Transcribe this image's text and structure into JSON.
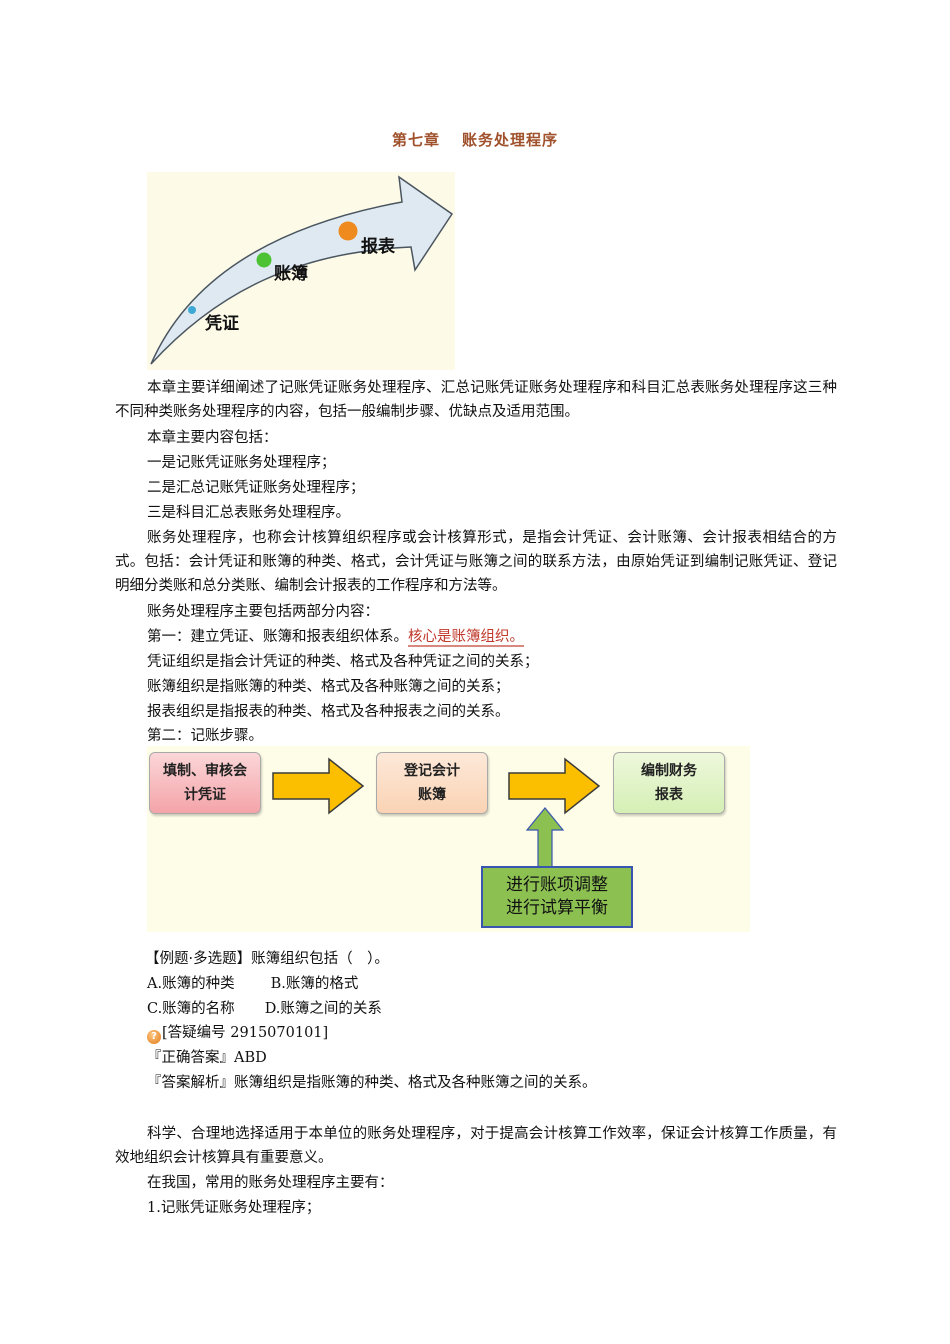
{
  "document": {
    "title_chapter": "第七章",
    "title_text": "账务处理程序",
    "hero_image": {
      "labels": [
        "凭证",
        "账簿",
        "报表"
      ],
      "dot_colors": [
        "#3fa9d6",
        "#4cc234",
        "#ef8a1f"
      ]
    },
    "intro_paragraph": "本章主要详细阐述了记账凭证账务处理程序、汇总记账凭证账务处理程序和科目汇总表账务处理程序这三种不同种类账务处理程序的内容，包括一般编制步骤、优缺点及适用范围。",
    "main_content_label": "本章主要内容包括：",
    "main_content_items": [
      "一是记账凭证账务处理程序；",
      "二是汇总记账凭证账务处理程序；",
      "三是科目汇总表账务处理程序。"
    ],
    "definition_paragraph": "账务处理程序，也称会计核算组织程序或会计核算形式，是指会计凭证、会计账簿、会计报表相结合的方式。包括：会计凭证和账簿的种类、格式，会计凭证与账簿之间的联系方法，由原始凭证到编制记账凭证、登记明细分类账和总分类账、编制会计报表的工作程序和方法等。",
    "two_parts_label": "账务处理程序主要包括两部分内容：",
    "part_one_text": "第一：建立凭证、账簿和报表组织体系。",
    "part_one_highlight": "核心是账簿组织。",
    "org_lines": [
      "凭证组织是指会计凭证的种类、格式及各种凭证之间的关系；",
      "账簿组织是指账簿的种类、格式及各种账簿之间的关系；",
      "报表组织是指报表的种类、格式及各种报表之间的关系。"
    ],
    "part_two_text": "第二：记账步骤。",
    "flow_diagram": {
      "step1_line1": "填制、审核会",
      "step1_line2": "计凭证",
      "step2_line1": "登记会计",
      "step2_line2": "账簿",
      "step3_line1": "编制财务",
      "step3_line2": "报表",
      "adjust_line1": "进行账项调整",
      "adjust_line2": "进行试算平衡",
      "colors": {
        "arrow": "#fbbf00",
        "up_arrow": "#8cc152",
        "adjust_border": "#3a55b0"
      }
    },
    "example": {
      "question": "【例题·多选题】账簿组织包括（　）。",
      "option_a": "A.账簿的种类",
      "option_b": "B.账簿的格式",
      "option_c": "C.账簿的名称",
      "option_d": "D.账簿之间的关系",
      "qa_icon": "question-icon",
      "qa_number": "[答疑编号 2915070101]",
      "correct_answer": "『正确答案』ABD",
      "analysis": "『答案解析』账簿组织是指账簿的种类、格式及各种账簿之间的关系。"
    },
    "significance_paragraph": "科学、合理地选择适用于本单位的账务处理程序，对于提高会计核算工作效率，保证会计核算工作质量，有效地组织会计核算具有重要意义。",
    "common_label": "在我国，常用的账务处理程序主要有：",
    "common_items": [
      "1.记账凭证账务处理程序；"
    ]
  }
}
